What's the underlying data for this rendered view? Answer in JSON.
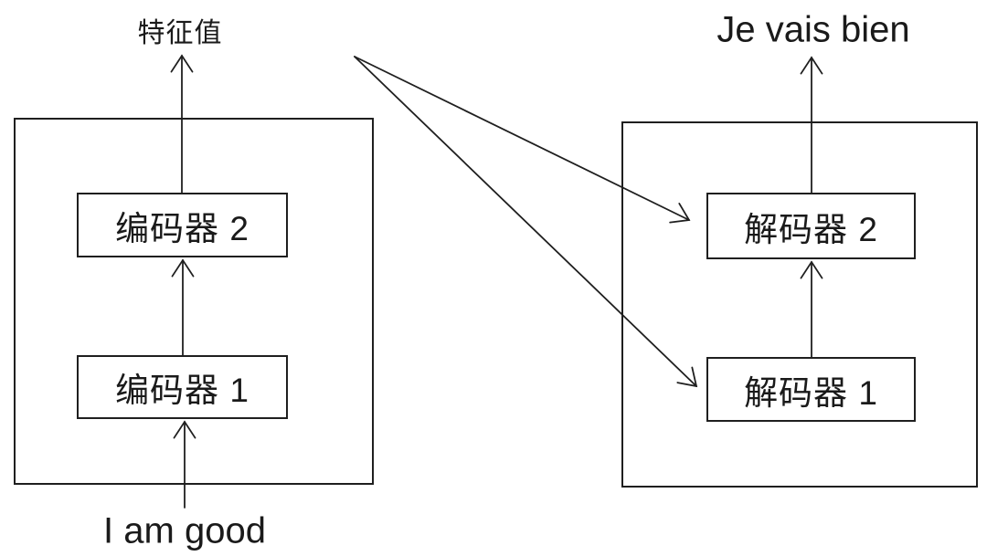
{
  "diagram": {
    "kind": "encoder-decoder architecture",
    "colors": {
      "background": "#ffffff",
      "line": "#1f1f1f",
      "text": "#1a1a1a"
    },
    "encoder_stack": {
      "blocks": [
        {
          "label": "编码器 1"
        },
        {
          "label": "编码器 2"
        }
      ],
      "input_label": "I am good",
      "output_label": "特征值"
    },
    "decoder_stack": {
      "blocks": [
        {
          "label": "解码器 1"
        },
        {
          "label": "解码器 2"
        }
      ],
      "output_label": "Je vais bien"
    },
    "arrows": [
      {
        "name": "input-to-encoder-1",
        "from": "I am good",
        "to": "编码器 1"
      },
      {
        "name": "encoder-1-to-encoder-2",
        "from": "编码器 1",
        "to": "编码器 2"
      },
      {
        "name": "encoder-2-to-feature",
        "from": "编码器 2",
        "to": "特征值"
      },
      {
        "name": "feature-to-decoder-2",
        "from": "特征值",
        "to": "解码器 2"
      },
      {
        "name": "feature-to-decoder-1",
        "from": "特征值",
        "to": "解码器 1"
      },
      {
        "name": "decoder-1-to-decoder-2",
        "from": "解码器 1",
        "to": "解码器 2"
      },
      {
        "name": "decoder-2-to-output",
        "from": "解码器 2",
        "to": "Je vais bien"
      }
    ]
  }
}
